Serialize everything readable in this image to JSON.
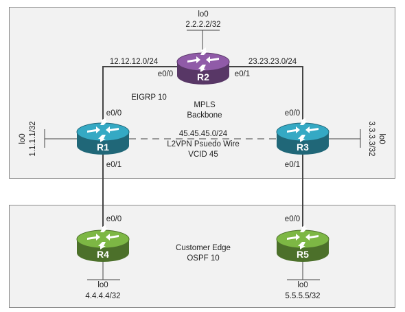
{
  "colors": {
    "purple": "#7a4d8e",
    "teal": "#2d8fa6",
    "green": "#6a9b3a",
    "box_fill": "#f2f2f2",
    "box_stroke": "#8a8a8a",
    "link": "#444444"
  },
  "areas": {
    "mpls": {
      "title_line1": "MPLS",
      "title_line2": "Backbone",
      "igp": "EIGRP 10"
    },
    "customer": {
      "title_line1": "Customer Edge",
      "title_line2": "OSPF 10"
    }
  },
  "routers": {
    "r1": {
      "name": "R1",
      "color": "teal",
      "icon": "router-icon",
      "lo_name": "lo0",
      "lo_addr": "1.1.1.1/32",
      "if_up": "e0/0",
      "if_down": "e0/1"
    },
    "r2": {
      "name": "R2",
      "color": "purple",
      "icon": "router-icon",
      "lo_name": "lo0",
      "lo_addr": "2.2.2.2/32",
      "if_left": "e0/0",
      "if_right": "e0/1"
    },
    "r3": {
      "name": "R3",
      "color": "teal",
      "icon": "router-icon",
      "lo_name": "lo0",
      "lo_addr": "3.3.3.3/32",
      "if_up": "e0/0",
      "if_down": "e0/1"
    },
    "r4": {
      "name": "R4",
      "color": "green",
      "icon": "router-icon",
      "lo_name": "lo0",
      "lo_addr": "4.4.4.4/32",
      "if_up": "e0/0"
    },
    "r5": {
      "name": "R5",
      "color": "green",
      "icon": "router-icon",
      "lo_name": "lo0",
      "lo_addr": "5.5.5.5/32",
      "if_up": "e0/0"
    }
  },
  "links": {
    "r1_r2": {
      "subnet": "12.12.12.0/24"
    },
    "r2_r3": {
      "subnet": "23.23.23.0/24"
    },
    "pseudowire": {
      "subnet": "45.45.45.0/24",
      "label": "L2VPN Psuedo Wire",
      "vcid": "VCID 45"
    }
  }
}
